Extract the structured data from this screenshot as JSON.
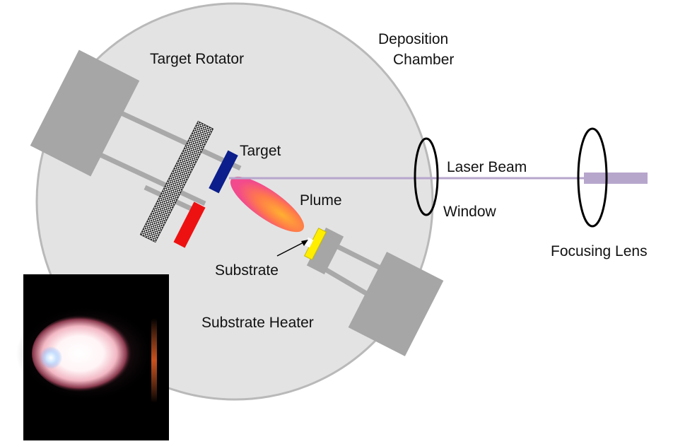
{
  "labels": {
    "target_rotator": "Target Rotator",
    "deposition_chamber_line1": "Deposition",
    "deposition_chamber_line2": "Chamber",
    "target": "Target",
    "laser_beam": "Laser Beam",
    "plume": "Plume",
    "window": "Window",
    "substrate": "Substrate",
    "focusing_lens": "Focusing Lens",
    "substrate_heater": "Substrate Heater"
  },
  "colors": {
    "chamber_fill": "#e3e3e3",
    "chamber_edge": "#b9b9b9",
    "block_gray": "#a6a6a6",
    "rod_gray": "#a9a9a9",
    "target_blue": "#0b1e8c",
    "second_target_red": "#ee1111",
    "substrate_yellow": "#ffee00",
    "laser_purple": "#b7a6cc",
    "plume_pink": "#f4508a",
    "plume_orange": "#ffa335",
    "photo_background": "#000000"
  }
}
